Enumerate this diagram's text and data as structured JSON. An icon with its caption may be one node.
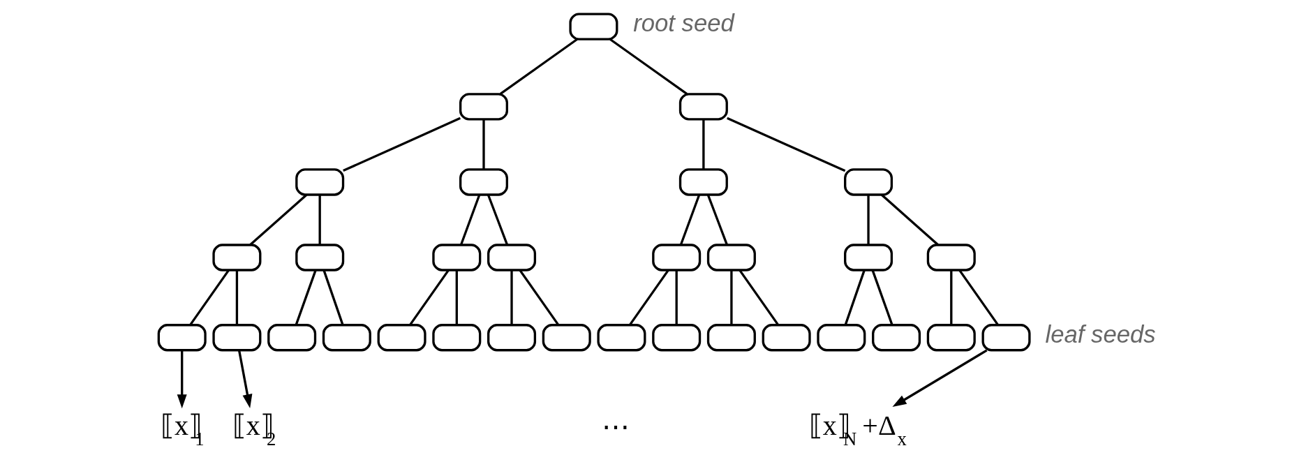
{
  "diagram": {
    "nodes": [
      {
        "text": [],
        "shape": "box",
        "beside": [
          "root seed"
        ]
      },
      {
        "text": [],
        "shape": "box"
      },
      {
        "text": [],
        "shape": "box"
      },
      {
        "text": [],
        "shape": "box"
      },
      {
        "text": [],
        "shape": "box"
      },
      {
        "text": [],
        "shape": "box"
      },
      {
        "text": [],
        "shape": "box"
      },
      {
        "text": [],
        "shape": "box"
      },
      {
        "text": [],
        "shape": "box"
      },
      {
        "text": [],
        "shape": "box"
      },
      {
        "text": [],
        "shape": "box"
      },
      {
        "text": [],
        "shape": "box"
      },
      {
        "text": [],
        "shape": "box"
      },
      {
        "text": [],
        "shape": "box"
      },
      {
        "text": [],
        "shape": "box"
      },
      {
        "text": [],
        "shape": "box"
      },
      {
        "text": [],
        "shape": "box"
      },
      {
        "text": [],
        "shape": "box"
      },
      {
        "text": [],
        "shape": "box"
      },
      {
        "text": [],
        "shape": "box"
      },
      {
        "text": [],
        "shape": "box"
      },
      {
        "text": [],
        "shape": "box"
      },
      {
        "text": [],
        "shape": "box"
      },
      {
        "text": [],
        "shape": "box"
      },
      {
        "text": [],
        "shape": "box"
      },
      {
        "text": [],
        "shape": "box"
      },
      {
        "text": [],
        "shape": "box"
      },
      {
        "text": [],
        "shape": "box"
      },
      {
        "text": [],
        "shape": "box"
      },
      {
        "text": [],
        "shape": "box"
      },
      {
        "text": [],
        "shape": "box"
      },
      {
        "text": [
          "⟦x⟧$_{1}$"
        ]
      },
      {
        "text": [
          "⟦x⟧$_{2}$"
        ]
      },
      {
        "text": [
          "⟦x⟧$_{N}$ +Δ$_{x}$"
        ]
      }
    ],
    "edges": [
      {
        "from": 0,
        "to": 1,
        "arrow": "none"
      },
      {
        "from": 0,
        "to": 2,
        "arrow": "none"
      },
      {
        "from": 1,
        "to": 3,
        "arrow": "none"
      },
      {
        "from": 1,
        "to": 4,
        "arrow": "none"
      },
      {
        "from": 2,
        "to": 5,
        "arrow": "none"
      },
      {
        "from": 2,
        "to": 6,
        "arrow": "none"
      },
      {
        "from": 3,
        "to": 7,
        "arrow": "none"
      },
      {
        "from": 3,
        "to": 8,
        "arrow": "none"
      },
      {
        "from": 4,
        "to": 9,
        "arrow": "none"
      },
      {
        "from": 4,
        "to": 10,
        "arrow": "none"
      },
      {
        "from": 5,
        "to": 11,
        "arrow": "none"
      },
      {
        "from": 5,
        "to": 12,
        "arrow": "none"
      },
      {
        "from": 6,
        "to": 13,
        "arrow": "none"
      },
      {
        "from": 6,
        "to": 14,
        "arrow": "none"
      },
      {
        "from": 7,
        "to": 15,
        "arrow": "none"
      },
      {
        "from": 7,
        "to": 16,
        "arrow": "none"
      },
      {
        "from": 8,
        "to": 17,
        "arrow": "none"
      },
      {
        "from": 8,
        "to": 18,
        "arrow": "none"
      },
      {
        "from": 9,
        "to": 19,
        "arrow": "none"
      },
      {
        "from": 9,
        "to": 20,
        "arrow": "none"
      },
      {
        "from": 10,
        "to": 21,
        "arrow": "none"
      },
      {
        "from": 10,
        "to": 22,
        "arrow": "none"
      },
      {
        "from": 11,
        "to": 23,
        "arrow": "none"
      },
      {
        "from": 11,
        "to": 24,
        "arrow": "none"
      },
      {
        "from": 12,
        "to": 25,
        "arrow": "none"
      },
      {
        "from": 12,
        "to": 26,
        "arrow": "none"
      },
      {
        "from": 13,
        "to": 27,
        "arrow": "none"
      },
      {
        "from": 13,
        "to": 28,
        "arrow": "none"
      },
      {
        "from": 14,
        "to": 29,
        "arrow": "none"
      },
      {
        "from": 14,
        "to": 30,
        "arrow": "none"
      },
      {
        "from": 15,
        "to": 31,
        "arrow": "to"
      },
      {
        "from": 16,
        "to": 32,
        "arrow": "to"
      },
      {
        "from": 30,
        "to": 33,
        "arrow": "to"
      }
    ],
    "labels": [
      "leaf seeds",
      "⋯"
    ]
  }
}
